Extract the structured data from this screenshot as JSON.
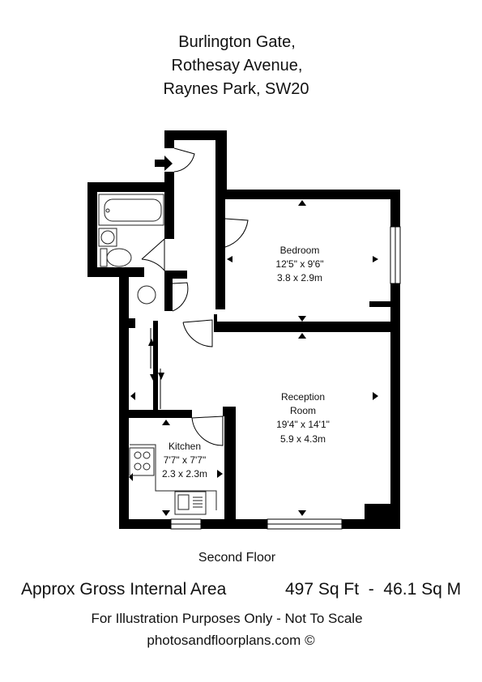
{
  "address": {
    "line1": "Burlington Gate,",
    "line2": "Rothesay Avenue,",
    "line3": "Raynes Park, SW20"
  },
  "rooms": {
    "bedroom": {
      "name": "Bedroom",
      "imperial": "12'5\" x 9'6\"",
      "metric": "3.8 x 2.9m"
    },
    "reception": {
      "name_line1": "Reception",
      "name_line2": "Room",
      "imperial": "19'4\" x 14'1\"",
      "metric": "5.9 x 4.3m"
    },
    "kitchen": {
      "name": "Kitchen",
      "imperial": "7'7\" x 7'7\"",
      "metric": "2.3 x 2.3m"
    }
  },
  "floor": "Second Floor",
  "area": {
    "label": "Approx Gross Internal Area",
    "value": "497 Sq Ft  -  46.1 Sq M"
  },
  "disclaimer": "For Illustration Purposes Only - Not To Scale",
  "copyright": "photosandfloorplans.com ©",
  "colors": {
    "wall": "#000000",
    "fixture": "#222222",
    "background": "#ffffff"
  }
}
